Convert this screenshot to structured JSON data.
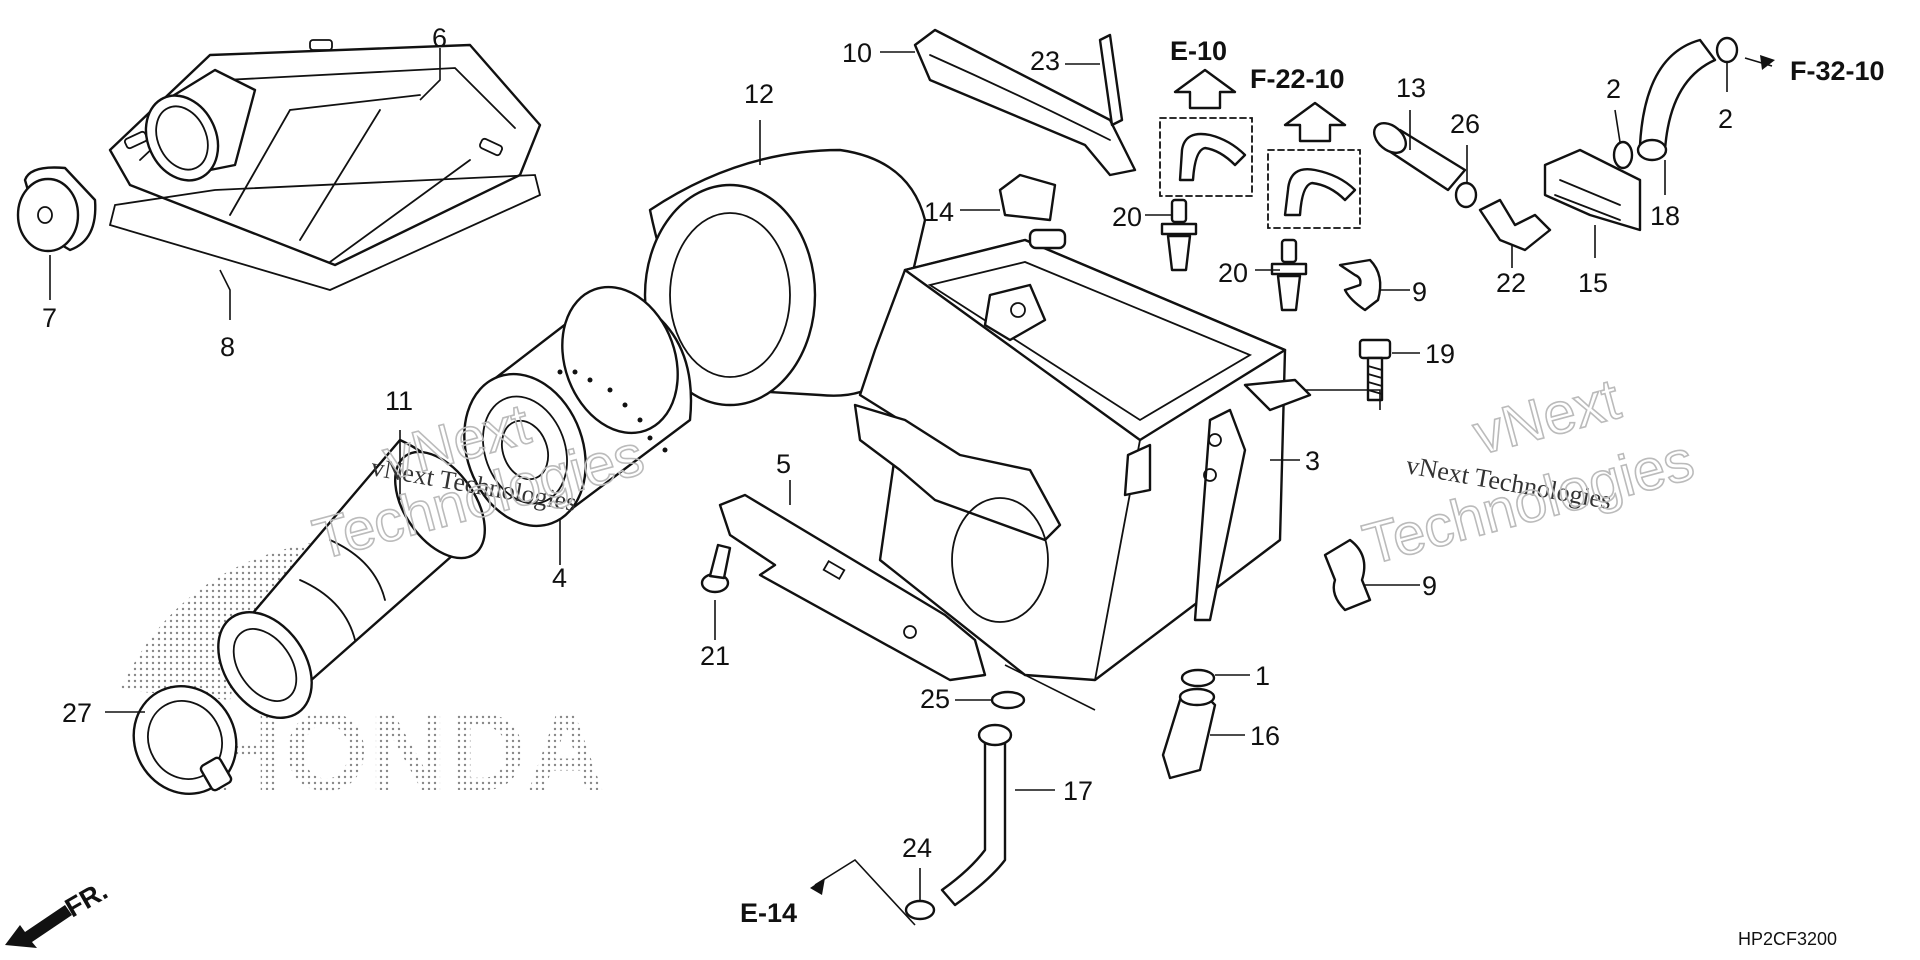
{
  "labels": {
    "p1": "1",
    "p2a": "2",
    "p2b": "2",
    "p3": "3",
    "p4": "4",
    "p5": "5",
    "p6": "6",
    "p7": "7",
    "p8": "8",
    "p9a": "9",
    "p9b": "9",
    "p10": "10",
    "p11": "11",
    "p12": "12",
    "p13": "13",
    "p14": "14",
    "p15": "15",
    "p16": "16",
    "p17": "17",
    "p18": "18",
    "p19": "19",
    "p20a": "20",
    "p20b": "20",
    "p21": "21",
    "p22": "22",
    "p23": "23",
    "p24": "24",
    "p25": "25",
    "p26": "26",
    "p27": "27"
  },
  "refs": {
    "e10": "E-10",
    "f2210": "F-22-10",
    "f3210": "F-32-10",
    "e14": "E-14"
  },
  "direction": "FR.",
  "watermarks": {
    "line": "vNext Technologies",
    "outline_top": "vNext",
    "outline_bottom": "Technologies"
  },
  "brand_mark": "HONDA",
  "drawing_code": "HP2CF3200",
  "colors": {
    "ink": "#111111",
    "watermark": "#bbbbbb",
    "paper": "#ffffff"
  }
}
